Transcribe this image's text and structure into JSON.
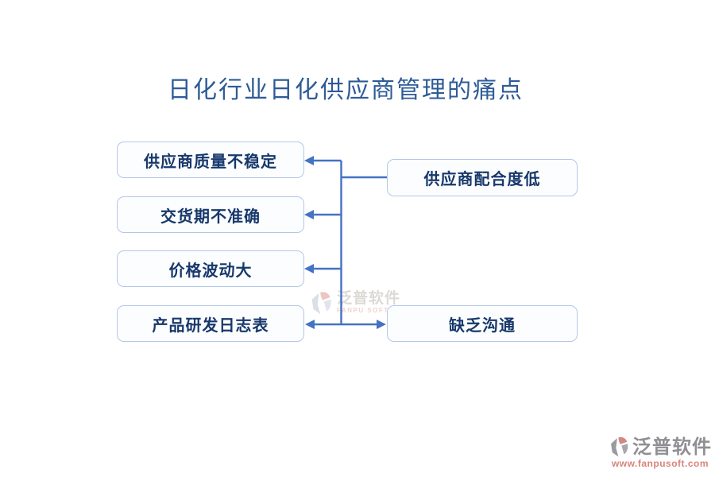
{
  "title": "日化行业日化供应商管理的痛点",
  "colors": {
    "title_text": "#2e5b97",
    "box_border": "#b3c7e8",
    "box_background": "#fcfdff",
    "box_text": "#17386b",
    "connector": "#4472c4",
    "watermark_grey": "#8f8f94",
    "watermark_red": "#d9837d"
  },
  "left_boxes": [
    {
      "label": "供应商质量不稳定"
    },
    {
      "label": "交货期不准确"
    },
    {
      "label": "价格波动大"
    },
    {
      "label": "产品研发日志表"
    }
  ],
  "right_boxes": [
    {
      "label": "供应商配合度低"
    },
    {
      "label": "缺乏沟通"
    }
  ],
  "watermark_center": {
    "brand": "泛普软件",
    "subtitle": "FANPU SOFTWARE"
  },
  "watermark_corner": {
    "brand": "泛普软件",
    "url": "www.fanpusoft.com"
  }
}
